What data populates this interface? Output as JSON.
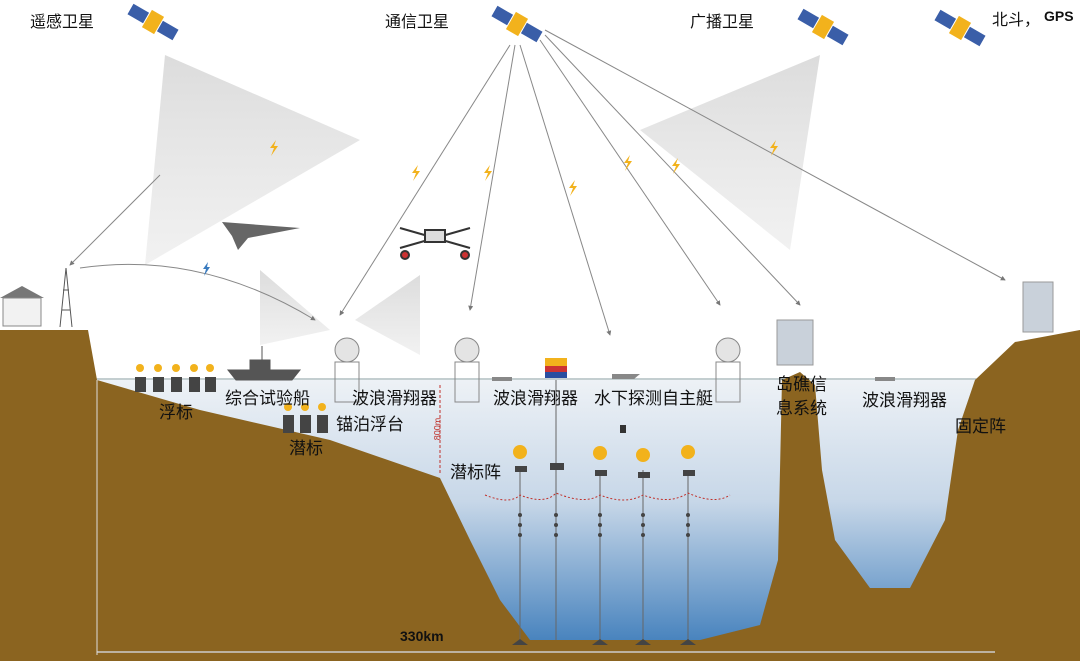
{
  "satellites": {
    "remote_sensing": "遥感卫星",
    "communication": "通信卫星",
    "broadcast": "广播卫星",
    "beidou": "北斗，",
    "gps": "GPS"
  },
  "labels": {
    "buoy": "浮标",
    "ship": "综合试验船",
    "subsurface_buoy": "潜标",
    "wave_glider_1": "波浪滑翔器",
    "mooring_platform": "锚泊浮台",
    "wave_glider_2": "波浪滑翔器",
    "auv": "水下探测自主艇",
    "subsurface_array": "潜标阵",
    "reef_system": "岛礁信\n息系统",
    "reef_line1": "岛礁信",
    "reef_line2": "息系统",
    "wave_glider_3": "波浪滑翔器",
    "fixed_array": "固定阵",
    "depth": "800m",
    "distance": "330km"
  },
  "colors": {
    "seabed": "#8b6420",
    "water_top": "#e9eef4",
    "water_bottom": "#3f7dbb",
    "depth_marker": "#c0302a",
    "solar_panel": "#f2b21c"
  }
}
